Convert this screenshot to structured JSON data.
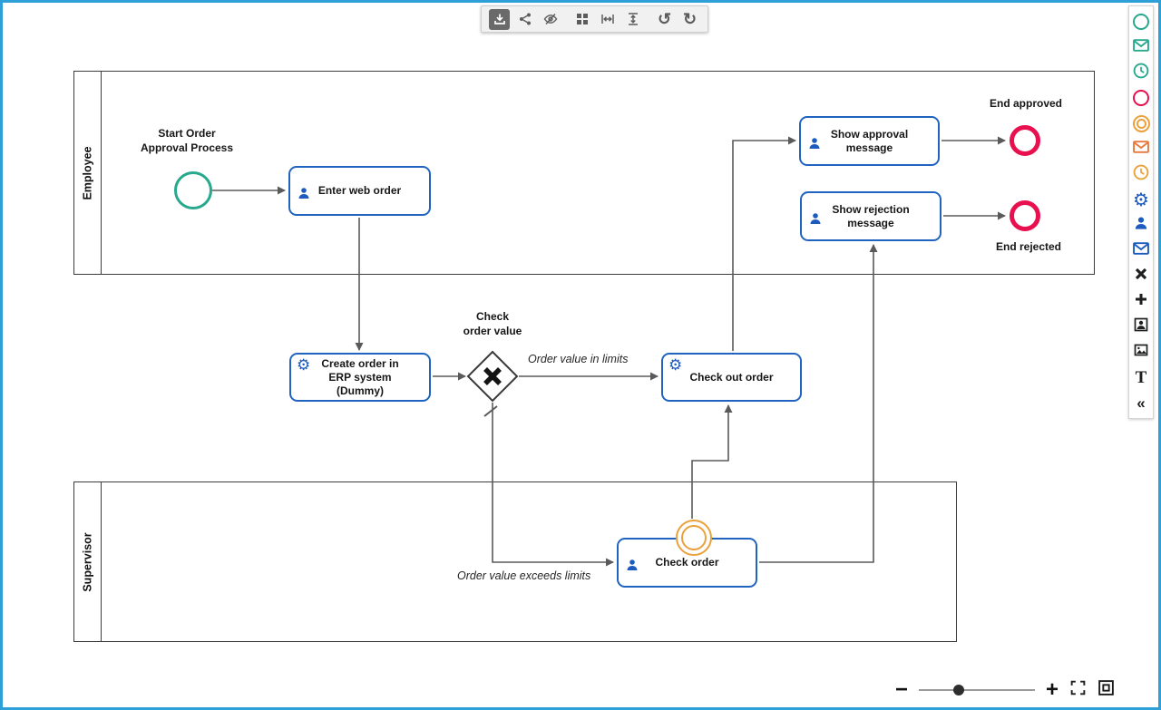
{
  "window": {
    "accent_border": "#2f9fd8"
  },
  "toolbar": {
    "buttons": [
      {
        "name": "download",
        "active": true
      },
      {
        "name": "share",
        "active": false
      },
      {
        "name": "hide-visibility",
        "active": false
      },
      {
        "name": "grid-layout",
        "active": false
      },
      {
        "name": "fit-width",
        "active": false
      },
      {
        "name": "fit-height",
        "active": false
      },
      {
        "name": "undo",
        "active": false
      },
      {
        "name": "redo",
        "active": false
      }
    ]
  },
  "icons": {
    "gear": "⚙",
    "undo": "↺",
    "redo": "↻"
  },
  "palette": {
    "items": [
      {
        "name": "start-event",
        "shape": "circle",
        "color": "#28a88d"
      },
      {
        "name": "message-start-event",
        "shape": "envelope",
        "color": "#28a88d"
      },
      {
        "name": "timer-start-event",
        "shape": "clock",
        "color": "#28a88d"
      },
      {
        "name": "end-event",
        "shape": "circle",
        "color": "#e8104e"
      },
      {
        "name": "intermediate-event",
        "shape": "double-circle",
        "color": "#eaa13b"
      },
      {
        "name": "message-intermediate-event",
        "shape": "envelope",
        "color": "#e8793c"
      },
      {
        "name": "timer-intermediate-event",
        "shape": "clock",
        "color": "#eaa13b"
      },
      {
        "name": "service-task",
        "shape": "gear",
        "color": "#1d5bbf"
      },
      {
        "name": "user-task",
        "shape": "person",
        "color": "#1d5bbf"
      },
      {
        "name": "message-task",
        "shape": "envelope",
        "color": "#1d5bbf"
      },
      {
        "name": "exclusive-gateway",
        "shape": "x",
        "color": "#1f1f1f"
      },
      {
        "name": "parallel-gateway",
        "shape": "plus",
        "color": "#1f1f1f"
      },
      {
        "name": "participant",
        "shape": "portrait",
        "color": "#1f1f1f"
      },
      {
        "name": "image",
        "shape": "picture",
        "color": "#1f1f1f"
      },
      {
        "name": "text-annotation",
        "shape": "letter-T",
        "glyph": "T",
        "color": "#1f1f1f"
      },
      {
        "name": "collapse-palette",
        "shape": "chevrons-left",
        "glyph": "«",
        "color": "#1f1f1f"
      }
    ]
  },
  "diagram": {
    "lanes": [
      {
        "label": "Employee"
      },
      {
        "label": "Supervisor"
      }
    ],
    "start_event": {
      "label": "Start Order\nApproval Process"
    },
    "gateway": {
      "label": "Check\norder value"
    },
    "tasks": [
      {
        "label": "Enter web order",
        "type": "user"
      },
      {
        "label": "Create order in\nERP system\n(Dummy)",
        "type": "service"
      },
      {
        "label": "Check out order",
        "type": "service"
      },
      {
        "label": "Check order",
        "type": "user"
      },
      {
        "label": "Show approval\nmessage",
        "type": "user"
      },
      {
        "label": "Show rejection\nmessage",
        "type": "user"
      }
    ],
    "end_events": [
      {
        "label": "End approved"
      },
      {
        "label": "End rejected"
      }
    ],
    "flow_labels": [
      {
        "label": "Order value in limits"
      },
      {
        "label": "Order value exceeds limits"
      }
    ],
    "colors": {
      "task_border": "#2164c0",
      "start_event": "#28a88d",
      "end_event": "#e8104e",
      "boundary_event": "#eaa13b",
      "connector": "#5a5a5a"
    }
  },
  "zoom_controls": {
    "minus": "−",
    "plus": "+"
  }
}
